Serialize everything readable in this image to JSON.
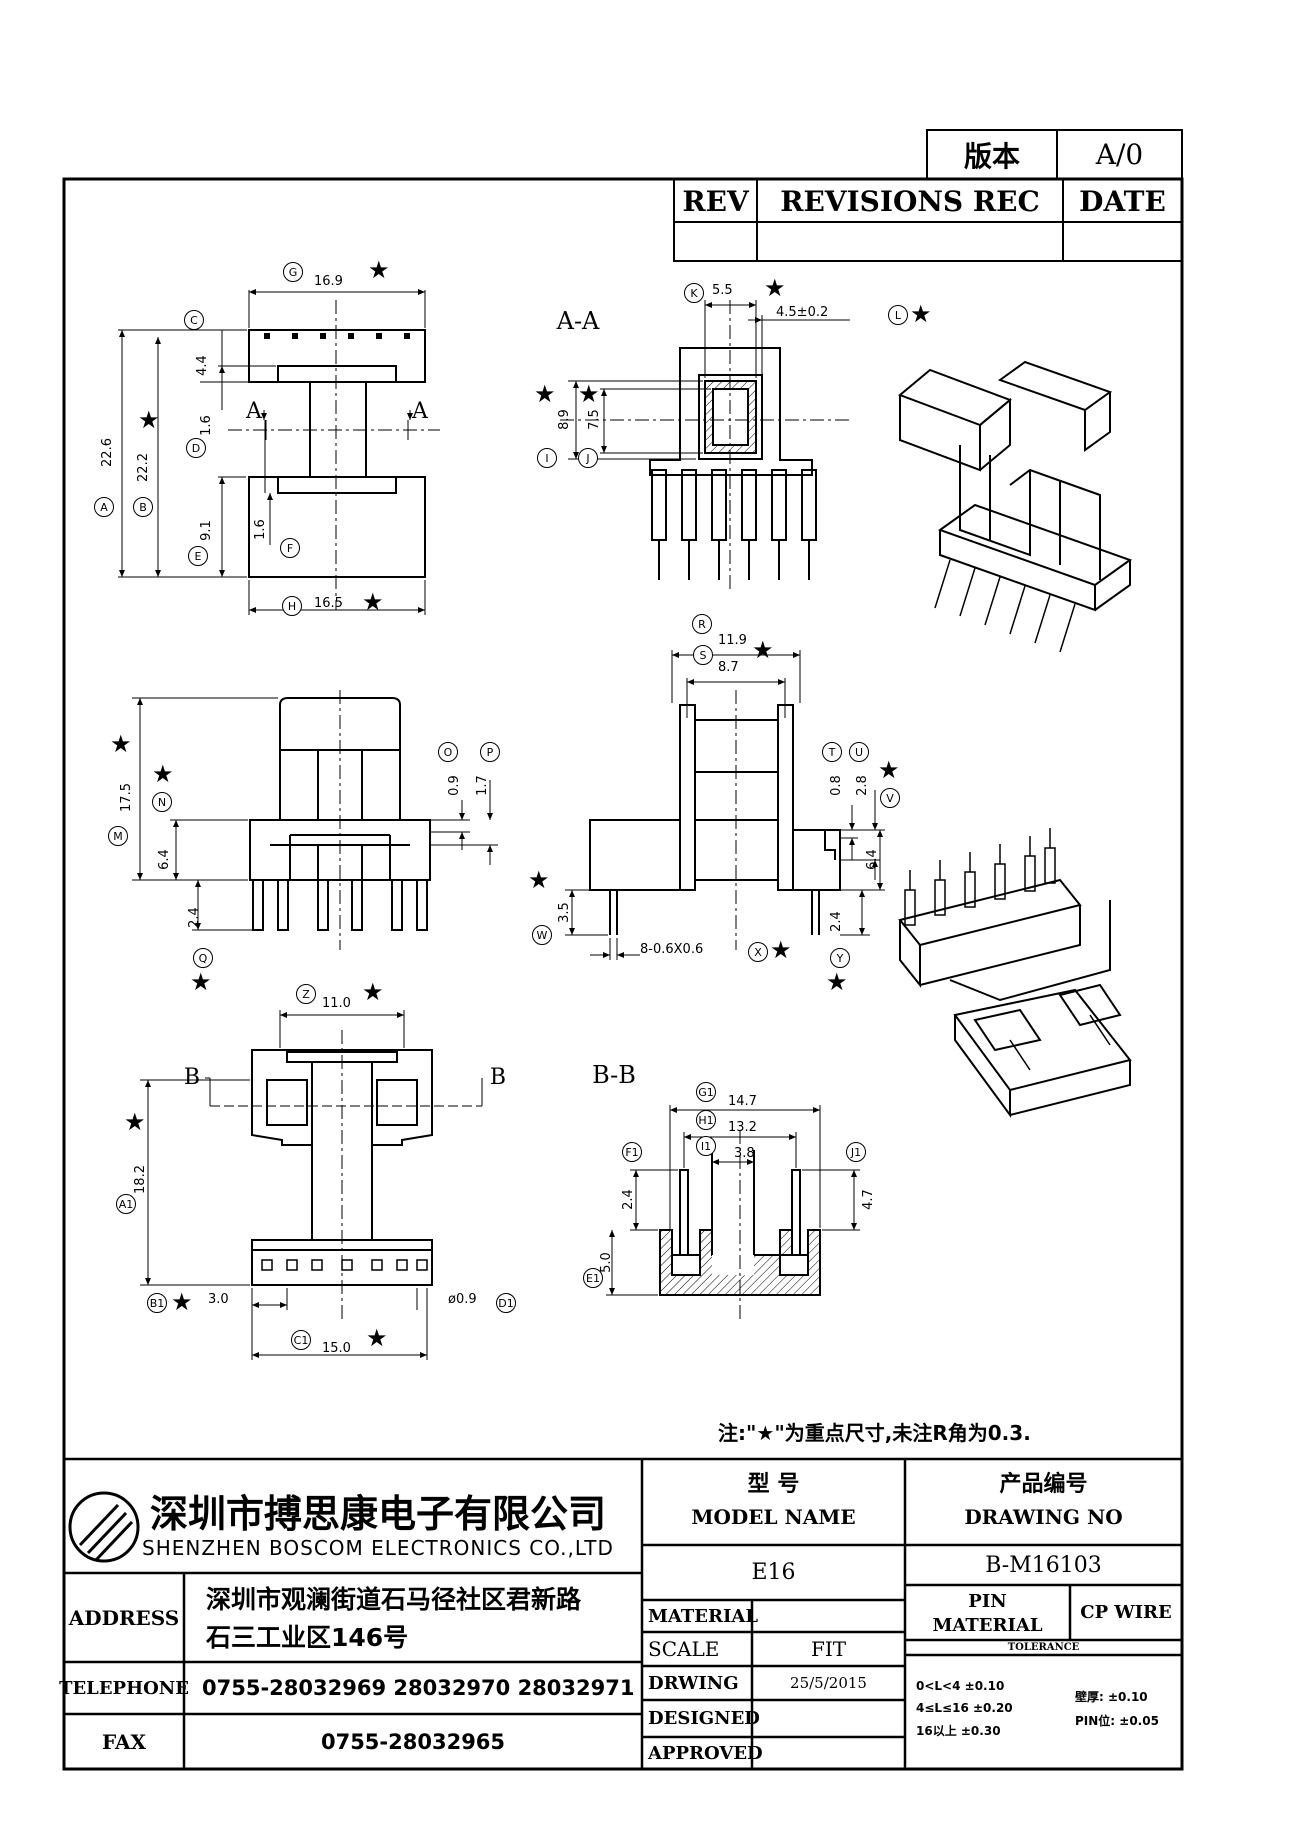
{
  "version_box": {
    "label": "版本",
    "value": "A/0"
  },
  "revisions": {
    "rev": "REV",
    "rec": "REVISIONS REC",
    "date": "DATE"
  },
  "views": {
    "aa": "A-A",
    "bb": "B-B",
    "a_left": "A",
    "a_right": "A",
    "b_left": "B",
    "b_right": "B"
  },
  "dims": {
    "G": "16.9",
    "C": "4.4",
    "D": "1.6",
    "A": "22.6",
    "B": "22.2",
    "E": "9.1",
    "F": "1.6",
    "H": "16.5",
    "K": "5.5",
    "K2": "4.5±0.2",
    "I": "8.9",
    "J": "7.5",
    "R": "11.9",
    "S": "8.7",
    "M": "17.5",
    "N": "6.4",
    "O": "0.9",
    "P": "1.7",
    "Q": "2.4",
    "T": "0.8",
    "U": "2.8",
    "V": "6.4",
    "W": "3.5",
    "X": "8-0.6X0.6",
    "Y": "2.4",
    "Z": "11.0",
    "A1": "18.2",
    "B1": "3.0",
    "C1": "15.0",
    "D1": "ø0.9",
    "G1": "14.7",
    "H1": "13.2",
    "I1": "3.8",
    "F1": "2.4",
    "J1": "4.7",
    "E1": "5.0"
  },
  "dim_letters": {
    "G": "G",
    "C": "C",
    "D": "D",
    "A": "A",
    "B": "B",
    "E": "E",
    "F": "F",
    "H": "H",
    "K": "K",
    "L": "L",
    "I": "I",
    "J": "J",
    "R": "R",
    "S": "S",
    "M": "M",
    "N": "N",
    "O": "O",
    "P": "P",
    "Q": "Q",
    "T": "T",
    "U": "U",
    "V": "V",
    "W": "W",
    "X": "X",
    "Y": "Y",
    "Z": "Z",
    "A1": "A1",
    "B1": "B1",
    "C1": "C1",
    "D1": "D1",
    "G1": "G1",
    "H1": "H1",
    "I1": "I1",
    "F1": "F1",
    "J1": "J1",
    "E1": "E1"
  },
  "note": "注:\"★\"为重点尺寸,未注R角为0.3.",
  "company": {
    "name_cn": "深圳市搏思康电子有限公司",
    "name_en": "SHENZHEN BOSCOM ELECTRONICS CO.,LTD"
  },
  "contact": {
    "address_label": "ADDRESS",
    "address_line1": "深圳市观澜街道石马径社区君新路",
    "address_line2": "石三工业区146号",
    "telephone_label": "TELEPHONE",
    "telephone": "0755-28032969 28032970 28032971",
    "fax_label": "FAX",
    "fax": "0755-28032965"
  },
  "model": {
    "label_cn": "型    号",
    "label_en": "MODEL NAME",
    "value": "E16"
  },
  "drawing": {
    "label_cn": "产品编号",
    "label_en": "DRAWING NO",
    "value": "B-M16103"
  },
  "fields": {
    "material_label": "MATERIAL",
    "material_value": "",
    "scale_label": "SCALE",
    "scale_value": "FIT",
    "drwing_label": "DRWING",
    "drwing_value": "25/5/2015",
    "designed_label": "DESIGNED",
    "approved_label": "APPROVED",
    "pin_material_label": "PIN\nMATERIAL",
    "pin_material_value": "CP WIRE",
    "tolerance_label": "TOLERANCE"
  },
  "tolerance": {
    "r1": "0<L<4    ±0.10",
    "r2": "4≤L≤16  ±0.20",
    "r3": "16以上     ±0.30",
    "wall": "壁厚:  ±0.10",
    "pin": "PIN位:  ±0.05"
  }
}
